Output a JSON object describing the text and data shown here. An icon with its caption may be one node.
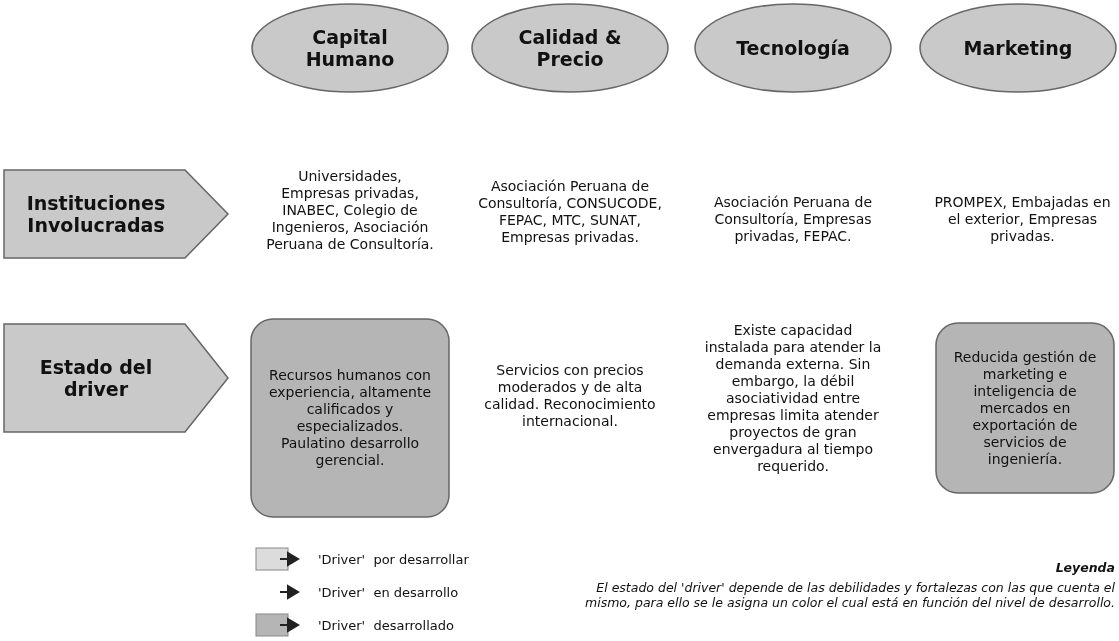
{
  "diagram": {
    "nodes": [
      {
        "text": [
          "Capital Humano"
        ]
      },
      {
        "text": [
          "Calidad & Precio"
        ]
      },
      {
        "text": [
          "Tecnología"
        ]
      },
      {
        "text": [
          "Marketing"
        ]
      },
      {
        "text": [
          "Instituciones Involucradas"
        ]
      },
      {
        "text": [
          "Estado del driver"
        ]
      },
      {
        "text": [
          "Recursos humanos con experiencia, altamente calificados y especializados. Paulatino desarrollo gerencial."
        ]
      },
      {
        "text": [
          "Reducida gestión de marketing e inteligencia de mercados en exportación de servicios de ingeniería."
        ]
      }
    ],
    "edges": [],
    "labels": [
      "Universidades, Empresas privadas, INABEC, Colegio de Ingenieros, Asociación Peruana de Consultoría.",
      "Asociación Peruana de Consultoría, CONSUCODE, FEPAC, MTC, SUNAT, Empresas privadas.",
      "Asociación Peruana de Consultoría, Empresas privadas, FEPAC.",
      "PROMPEX, Embajadas en el exterior, Empresas privadas.",
      "Servicios con precios moderados y de alta calidad. Reconocimiento internacional.",
      "Existe capacidad instalada para atender la demanda externa. Sin embargo, la débil asociatividad entre empresas limita atender proyectos de gran envergadura al tiempo requerido.",
      "Leyenda",
      "El estado del 'driver' depende de las debilidades y fortalezas con las que cuenta el mismo, para ello se le asigna un color el cual está en función del nivel de desarrollo."
    ],
    "legend": [
      {
        "text": "'Driver'  por desarrollar"
      },
      {
        "text": "'Driver'  en desarrollo"
      },
      {
        "text": "'Driver'  desarrollado"
      }
    ]
  }
}
